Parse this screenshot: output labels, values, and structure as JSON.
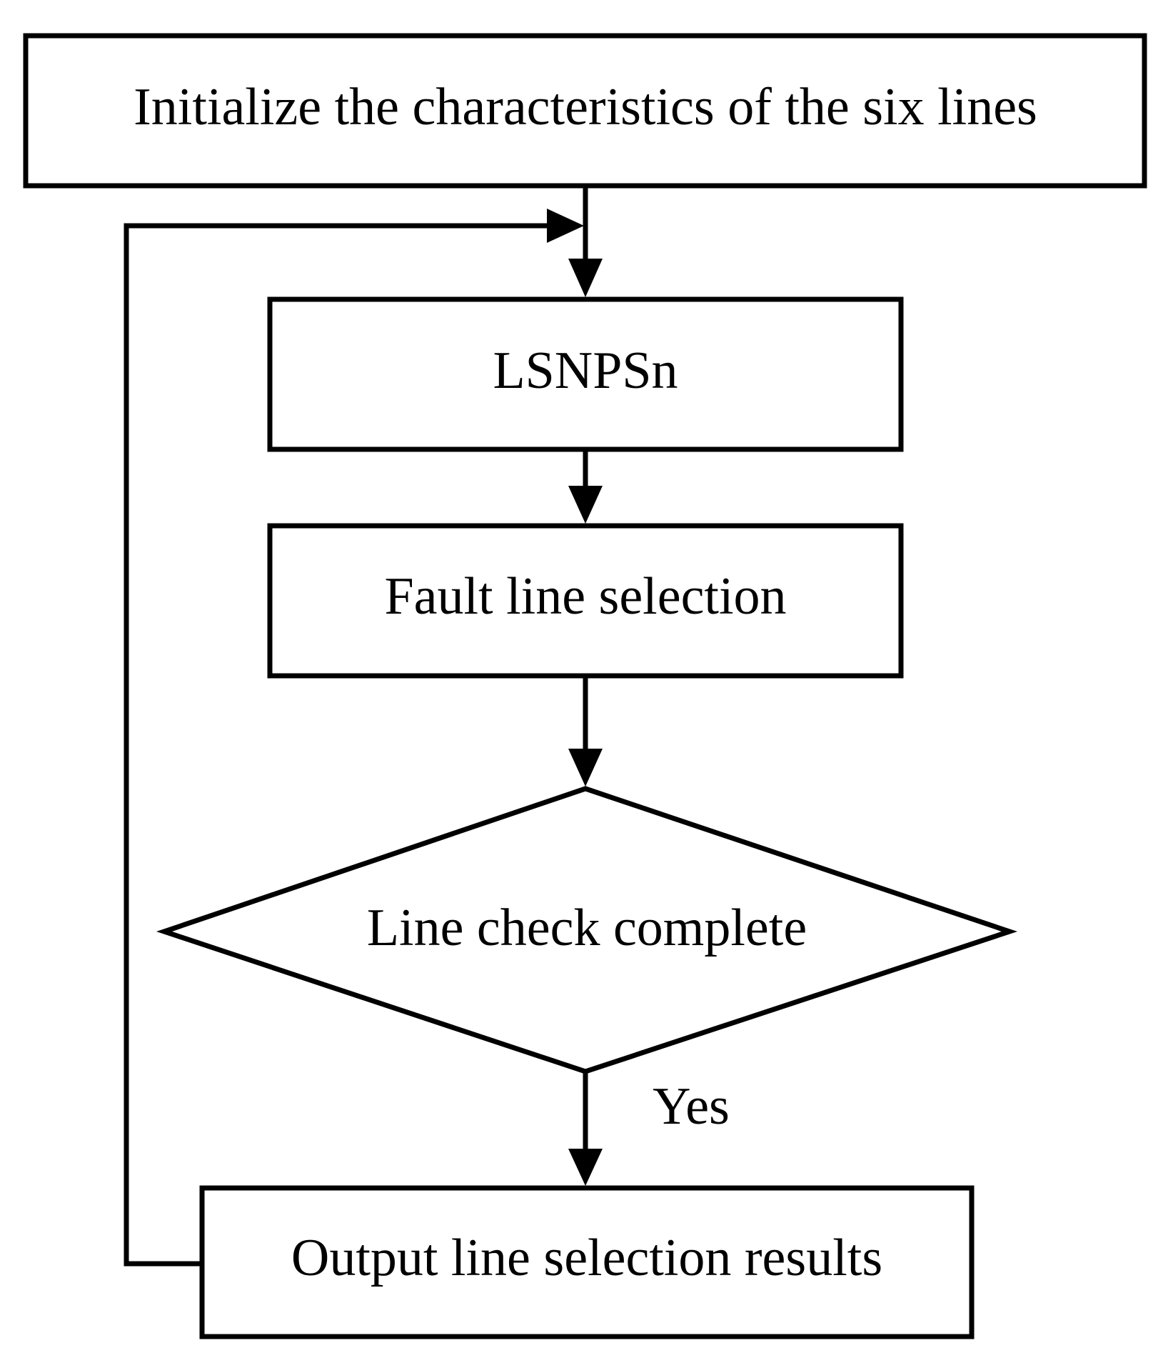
{
  "diagram": {
    "nodes": {
      "init": {
        "label": "Initialize the characteristics of the six lines"
      },
      "lsnps": {
        "label": "LSNPSn"
      },
      "fault": {
        "label": "Fault line selection"
      },
      "check": {
        "label": "Line check complete"
      },
      "output": {
        "label": "Output line selection results"
      }
    },
    "edges": {
      "yes": {
        "label": "Yes"
      }
    }
  },
  "colors": {
    "stroke": "#000000",
    "background": "#ffffff"
  }
}
